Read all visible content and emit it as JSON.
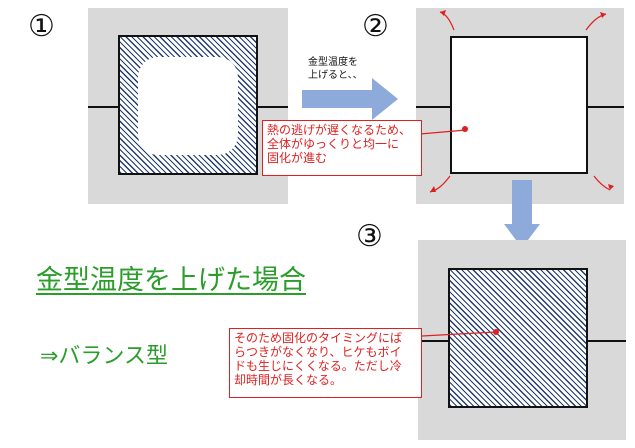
{
  "steps": {
    "s1": "①",
    "s2": "②",
    "s3": "③"
  },
  "arrow_note": "金型温度を\n上げると、、",
  "callout_1": "熱の逃げが遅くなるため、\n全体がゆっくりと均一に\n固化が進む",
  "callout_2": "そのため固化のタイミングにば\nらつきがなくなり、ヒケもボイ\nドも生じにくくなる。ただし冷\n却時間が長くなる。",
  "title": "金型温度を上げた場合",
  "subtitle": "⇒バランス型",
  "colors": {
    "panel_gray": "#d9d9d9",
    "hatch_blue": "#1f3b73",
    "arrow_blue": "#8eaadb",
    "callout_red": "#e02020",
    "heading_green": "#2a9d2a"
  }
}
